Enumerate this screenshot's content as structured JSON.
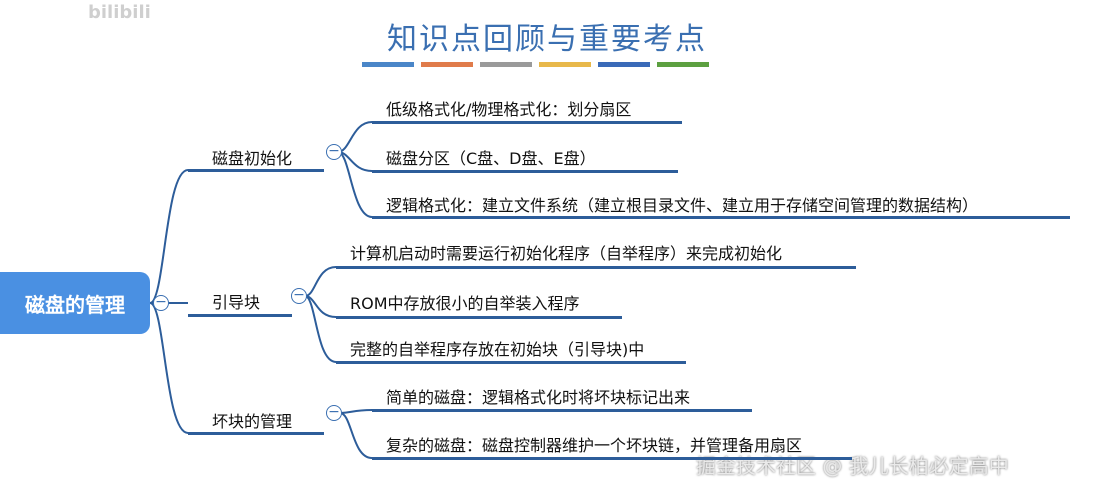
{
  "title": "知识点回顾与重要考点",
  "title_bar_colors": [
    "#4a86c8",
    "#e07b4a",
    "#9a9a9a",
    "#e8b84a",
    "#3a6ab8",
    "#5ca040"
  ],
  "root": {
    "label": "磁盘的管理"
  },
  "branches": [
    {
      "label": "磁盘初始化",
      "children": [
        "低级格式化/物理格式化：划分扇区",
        "磁盘分区（C盘、D盘、E盘）",
        "逻辑格式化：建立文件系统（建立根目录文件、建立用于存储空间管理的数据结构）"
      ]
    },
    {
      "label": "引导块",
      "children": [
        "计算机启动时需要运行初始化程序（自举程序）来完成初始化",
        "ROM中存放很小的自举装入程序",
        "完整的自举程序存放在初始块（引导块)中"
      ]
    },
    {
      "label": "坏块的管理",
      "children": [
        "简单的磁盘：逻辑格式化时将坏块标记出来",
        "复杂的磁盘：磁盘控制器维护一个坏块链，并管理备用扇区"
      ]
    }
  ],
  "collapse_symbol": "−",
  "watermark_top_left": "bilibili",
  "watermark_bottom_right": "掘金技术社区 @ 我儿长柏必定高中"
}
